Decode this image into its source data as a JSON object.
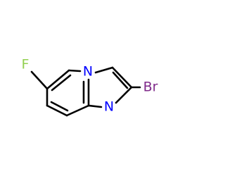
{
  "molecule": {
    "atoms": {
      "fluorine": {
        "symbol": "F",
        "color": "#92d050"
      },
      "ring_nitrogen": {
        "symbol": "N",
        "color": "#0000ff"
      },
      "imine_nitrogen": {
        "symbol": "N",
        "color": "#0000ff"
      },
      "bromine": {
        "symbol": "Br",
        "color": "#7f2a8a"
      }
    },
    "bond_color": "#000000"
  }
}
